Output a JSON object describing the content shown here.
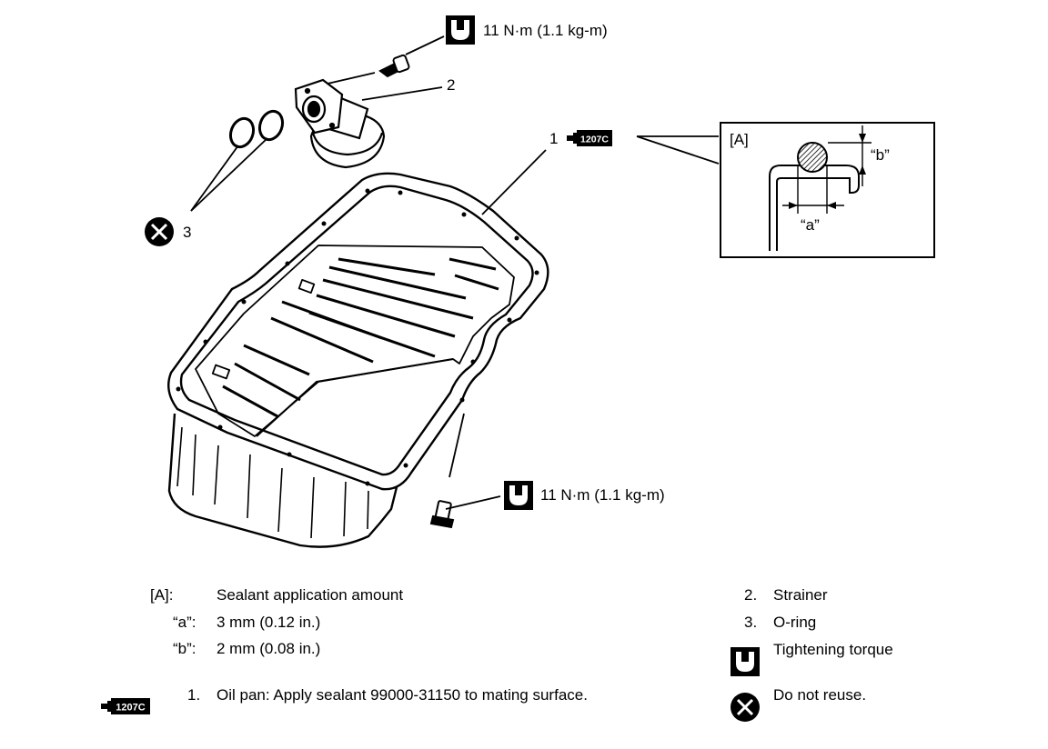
{
  "callouts": {
    "torque_top": "11 N·m (1.1 kg-m)",
    "torque_bottom": "11 N·m (1.1 kg-m)",
    "num_1": "1",
    "num_2": "2",
    "num_3": "3",
    "sealant_tube_text": "1207C"
  },
  "detail": {
    "title": "[A]",
    "dim_a": "“a”",
    "dim_b": "“b”"
  },
  "legend": {
    "a_key": "[A]:",
    "a_text": "Sealant application amount",
    "dim_a_key": "“a”:",
    "dim_a_text": "3 mm (0.12 in.)",
    "dim_b_key": "“b”:",
    "dim_b_text": "2 mm (0.08 in.)",
    "item1_num": "1.",
    "item1_text": "Oil pan: Apply sealant 99000-31150 to mating surface.",
    "item2_num": "2.",
    "item2_text": "Strainer",
    "item3_num": "3.",
    "item3_text": "O-ring",
    "torque_text": "Tightening torque",
    "noreuse_text": "Do not reuse.",
    "sealant_icon_text": "1207C"
  }
}
